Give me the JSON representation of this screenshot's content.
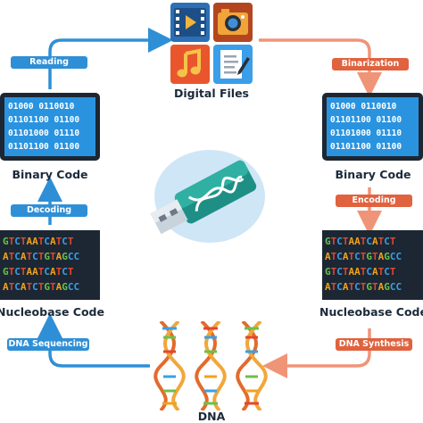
{
  "labels": {
    "digital_files": "Digital Files",
    "binary_left": "Binary Code",
    "binary_right": "Binary Code",
    "nucleobase_left": "Nucleobase Code",
    "nucleobase_right": "Nucleobase Code",
    "dna": "DNA"
  },
  "steps": {
    "reading": "Reading",
    "binarization": "Binarization",
    "decoding": "Decoding",
    "encoding": "Encoding",
    "dna_sequencing": "DNA Sequencing",
    "dna_synthesis": "DNA Synthesis"
  },
  "binary_rows": [
    "01000 0110010",
    "01101100 01100",
    "01101000 01110",
    "01101100 01100"
  ],
  "nucleobase_rows": [
    "GTCTAATCATCT",
    "ATCATCTGTAGCC",
    "GTCTAATCATCT",
    "ATCATCTGTAGCC"
  ],
  "icons": [
    "video-file-icon",
    "photo-camera-icon",
    "music-note-icon",
    "document-icon",
    "usb-drive-icon",
    "dna-helix-icon"
  ],
  "colors": {
    "flow_blue": "#2f8fd6",
    "flow_orange": "#e0623e",
    "screen_blue": "#2a93e0",
    "dark": "#1c2733"
  }
}
